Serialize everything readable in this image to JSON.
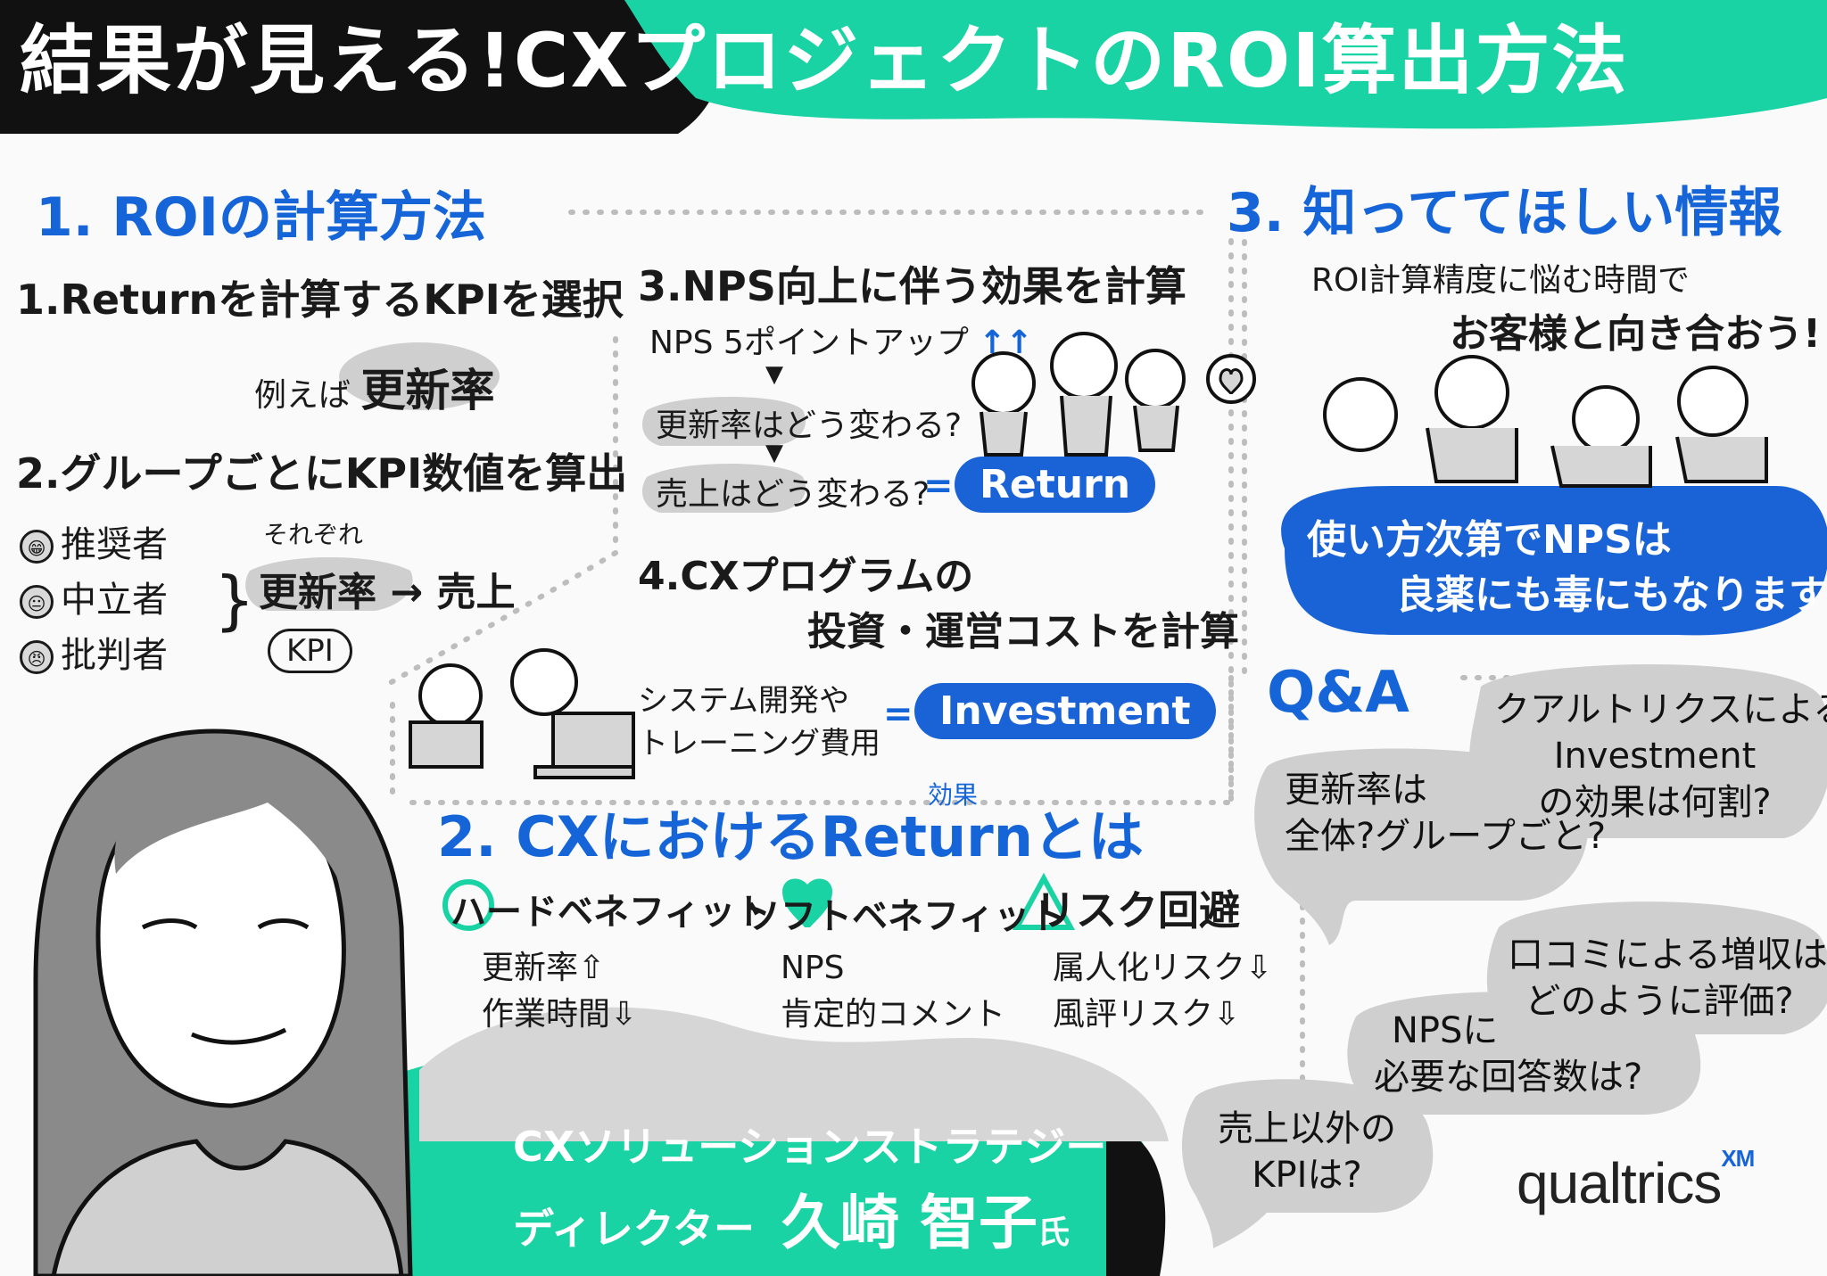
{
  "title": {
    "part1": "結果が見える!",
    "part2": "CXプロジェクトのROI算出方法"
  },
  "section1": {
    "heading": "1. ROIの計算方法",
    "step1": "1.Returnを計算するKPIを選択",
    "example_prefix": "例えば",
    "example_value": "更新率",
    "step2": "2.グループごとにKPI数値を算出",
    "groups": [
      "推奨者",
      "中立者",
      "批判者"
    ],
    "group_faces": [
      "😁",
      "😐",
      "😠"
    ],
    "each": "それぞれ",
    "flow_from": "更新率",
    "flow_arrow": "→",
    "flow_to": "売上",
    "kpi_tag": "KPI",
    "step3": "3.NPS向上に伴う効果を計算",
    "nps_up": "NPS 5ポイントアップ",
    "nps_up_arrow": "↑↑",
    "question1": "更新率はどう変わる?",
    "question2": "売上はどう変わる?",
    "equals1": "=",
    "return_pill": "Return",
    "step4_line1": "4.CXプログラムの",
    "step4_line2": "投資・運営コストを計算",
    "cost_line1": "システム開発や",
    "cost_line2": "トレーニング費用",
    "equals2": "=",
    "investment_pill": "Investment"
  },
  "section2": {
    "heading": "2. CXにおけるReturnとは",
    "ruby": "効果",
    "hard": {
      "label": "ハードベネフィット",
      "items": [
        "更新率⇧",
        "作業時間⇩"
      ]
    },
    "soft": {
      "label": "ソフトベネフィット",
      "items": [
        "NPS",
        "肯定的コメント"
      ]
    },
    "risk": {
      "label": "リスク回避",
      "items": [
        "属人化リスク⇩",
        "風評リスク⇩"
      ]
    }
  },
  "section3": {
    "heading": "3. 知っててほしい情報",
    "quote_line1": "ROI計算精度に悩む時間で",
    "quote_line2": "お客様と向き合おう!",
    "callout_line1": "使い方次第でNPSは",
    "callout_line2": "良薬にも毒にもなります!"
  },
  "qa": {
    "heading": "Q&A",
    "questions": [
      [
        "クアルトリクスによる",
        "Investment",
        "の効果は何割?"
      ],
      [
        "更新率は",
        "全体?グループごと?"
      ],
      [
        "口コミによる増収は",
        "どのように評価?"
      ],
      [
        "NPSに",
        "必要な回答数は?"
      ],
      [
        "売上以外の",
        "KPIは?"
      ]
    ]
  },
  "speaker": {
    "title": "CXソリューションストラテジー",
    "role": "ディレクター",
    "name": "久崎 智子",
    "honorific": "氏"
  },
  "logo": {
    "text": "qualtrics",
    "suffix": "XM"
  },
  "colors": {
    "accent_green": "#19d3a4",
    "accent_blue": "#1565d8",
    "black_band": "#111111",
    "gray_fill": "#cfcfcf"
  }
}
